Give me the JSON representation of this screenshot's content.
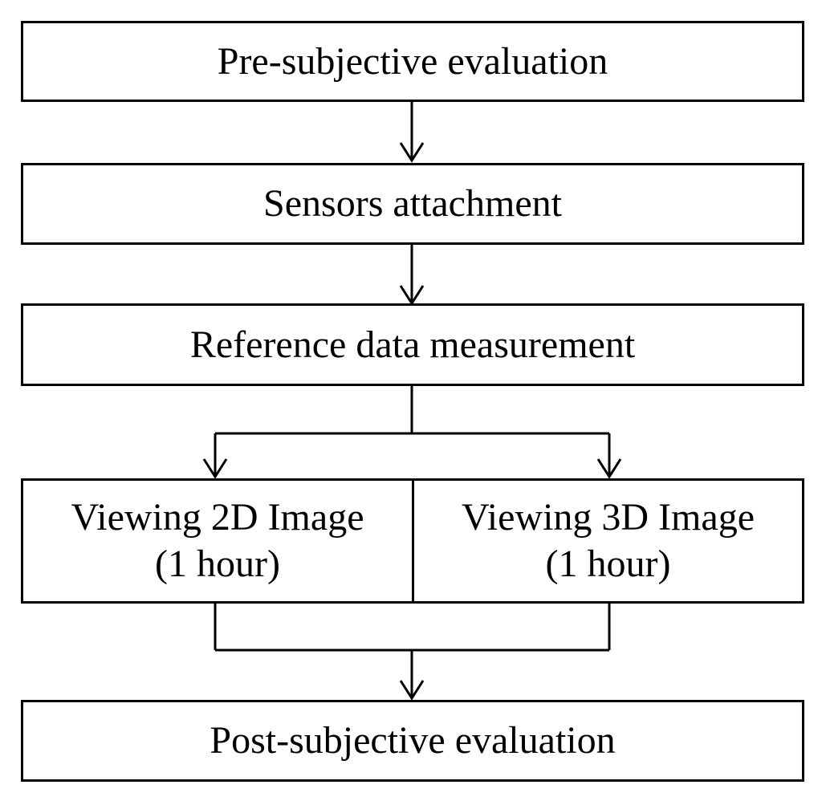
{
  "steps": {
    "pre": {
      "label": "Pre-subjective evaluation"
    },
    "sensors": {
      "label": "Sensors attachment"
    },
    "reference": {
      "label": "Reference data measurement"
    },
    "view2d": {
      "line1": "Viewing 2D Image",
      "line2": "(1 hour)"
    },
    "view3d": {
      "line1": "Viewing 3D Image",
      "line2": "(1 hour)"
    },
    "post": {
      "label": "Post-subjective evaluation"
    }
  },
  "colors": {
    "stroke": "#000000",
    "background": "#ffffff"
  }
}
